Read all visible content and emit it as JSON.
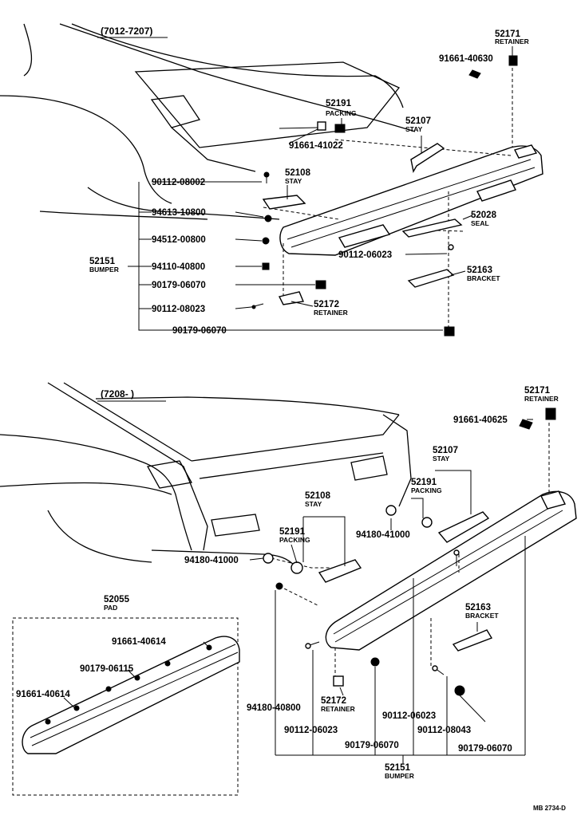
{
  "diagram": {
    "ref_code": "MB 2734-D",
    "top": {
      "period": "(7012-7207)",
      "labels": [
        {
          "id": "t1",
          "num": "52171",
          "name": "RETAINER"
        },
        {
          "id": "t2",
          "num": "91661-40630",
          "name": ""
        },
        {
          "id": "t3",
          "num": "52191",
          "name": "PACKING"
        },
        {
          "id": "t4",
          "num": "52107",
          "name": "STAY"
        },
        {
          "id": "t5",
          "num": "91661-41022",
          "name": ""
        },
        {
          "id": "t6",
          "num": "90112-08002",
          "name": ""
        },
        {
          "id": "t7",
          "num": "52108",
          "name": "STAY"
        },
        {
          "id": "t8",
          "num": "94613-10800",
          "name": ""
        },
        {
          "id": "t9",
          "num": "52028",
          "name": "SEAL"
        },
        {
          "id": "t10",
          "num": "94512-00800",
          "name": ""
        },
        {
          "id": "t11",
          "num": "90112-06023",
          "name": ""
        },
        {
          "id": "t12",
          "num": "52151",
          "name": "BUMPER"
        },
        {
          "id": "t13",
          "num": "94110-40800",
          "name": ""
        },
        {
          "id": "t14",
          "num": "52163",
          "name": "BRACKET"
        },
        {
          "id": "t15",
          "num": "90179-06070",
          "name": ""
        },
        {
          "id": "t16",
          "num": "90112-08023",
          "name": ""
        },
        {
          "id": "t17",
          "num": "52172",
          "name": "RETAINER"
        },
        {
          "id": "t18",
          "num": "90179-06070",
          "name": ""
        }
      ]
    },
    "bottom": {
      "period": "(7208-      )",
      "labels": [
        {
          "id": "b1",
          "num": "52171",
          "name": "RETAINER"
        },
        {
          "id": "b2",
          "num": "91661-40625",
          "name": ""
        },
        {
          "id": "b3",
          "num": "52107",
          "name": "STAY"
        },
        {
          "id": "b4",
          "num": "52191",
          "name": "PACKING"
        },
        {
          "id": "b5",
          "num": "52108",
          "name": "STAY"
        },
        {
          "id": "b6",
          "num": "94180-41000",
          "name": ""
        },
        {
          "id": "b7",
          "num": "52191",
          "name": "PACKING"
        },
        {
          "id": "b8",
          "num": "94180-41000",
          "name": ""
        },
        {
          "id": "b9",
          "num": "52055",
          "name": "PAD"
        },
        {
          "id": "b10",
          "num": "52163",
          "name": "BRACKET"
        },
        {
          "id": "b11",
          "num": "91661-40614",
          "name": ""
        },
        {
          "id": "b12",
          "num": "90179-06115",
          "name": ""
        },
        {
          "id": "b13",
          "num": "91661-40614",
          "name": ""
        },
        {
          "id": "b14",
          "num": "94180-40800",
          "name": ""
        },
        {
          "id": "b15",
          "num": "52172",
          "name": "RETAINER"
        },
        {
          "id": "b16",
          "num": "90112-06023",
          "name": ""
        },
        {
          "id": "b17",
          "num": "90112-06023",
          "name": ""
        },
        {
          "id": "b18",
          "num": "90112-08043",
          "name": ""
        },
        {
          "id": "b19",
          "num": "90179-06070",
          "name": ""
        },
        {
          "id": "b20",
          "num": "90179-06070",
          "name": ""
        },
        {
          "id": "b21",
          "num": "52151",
          "name": "BUMPER"
        }
      ]
    }
  }
}
